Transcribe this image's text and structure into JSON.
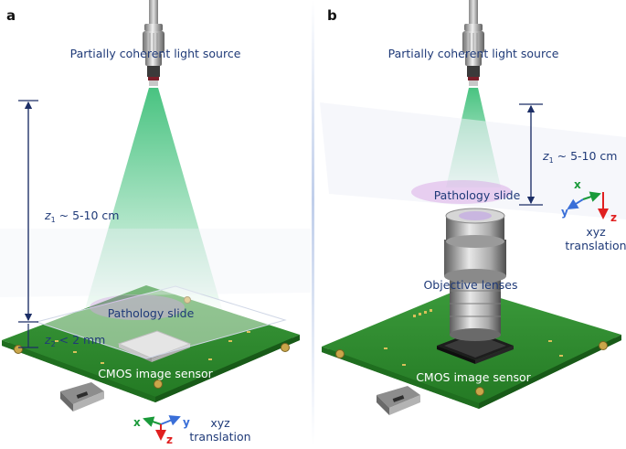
{
  "panels": {
    "a": {
      "letter": "a",
      "light_source": "Partially coherent light source",
      "z1": "z",
      "z1_sub": "1",
      "z1_value": " ~ 5-10 cm",
      "z2": "z",
      "z2_sub": "2",
      "z2_value": " < 2 mm",
      "slide": "Pathology slide",
      "sensor": "CMOS image sensor",
      "axes": {
        "x": "x",
        "y": "y",
        "z": "z"
      },
      "translation": {
        "line1": "xyz",
        "line2": "translation"
      }
    },
    "b": {
      "letter": "b",
      "light_source": "Partially coherent light source",
      "z1": "z",
      "z1_sub": "1",
      "z1_value": " ~ 5-10 cm",
      "slide": "Pathology slide",
      "objective": "Objective lenses",
      "sensor": "CMOS image sensor",
      "axes": {
        "x": "x",
        "y": "y",
        "z": "z"
      },
      "translation": {
        "line1": "xyz",
        "line2": "translation"
      }
    }
  },
  "colors": {
    "label_text": "#1f3a78",
    "pcb_green": "#2e8b2e",
    "light_green": "#3fc07a",
    "axis_x": "#1a9a3a",
    "axis_y": "#3a6fd8",
    "axis_z": "#e02020"
  }
}
